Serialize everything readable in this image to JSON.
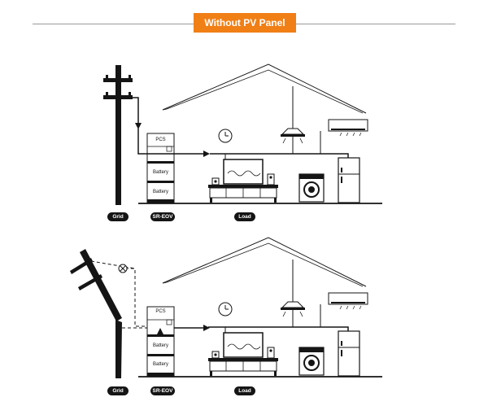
{
  "title": "Without PV Panel",
  "colors": {
    "accent": "#f07f16",
    "ink": "#151515",
    "rule": "#9a9a9a"
  },
  "scenes": [
    {
      "state": "grid-connected",
      "labels": {
        "grid": "Grid",
        "system": "SR-EOV",
        "load": "Load"
      },
      "cabinet": {
        "pcs": "PCS",
        "battery_1": "Battery",
        "battery_2": "Battery"
      }
    },
    {
      "state": "grid-outage",
      "labels": {
        "grid": "Grid",
        "system": "SR-EOV",
        "load": "Load"
      },
      "cabinet": {
        "pcs": "PCS",
        "battery_1": "Battery",
        "battery_2": "Battery"
      }
    }
  ],
  "icons": [
    "utility-pole-icon",
    "broken-pole-icon",
    "disconnect-x-icon",
    "house-roof-icon",
    "wall-clock-icon",
    "ceiling-lamp-icon",
    "air-conditioner-icon",
    "television-icon",
    "tv-cabinet-icon",
    "speaker-icon",
    "washing-machine-icon",
    "refrigerator-icon"
  ]
}
